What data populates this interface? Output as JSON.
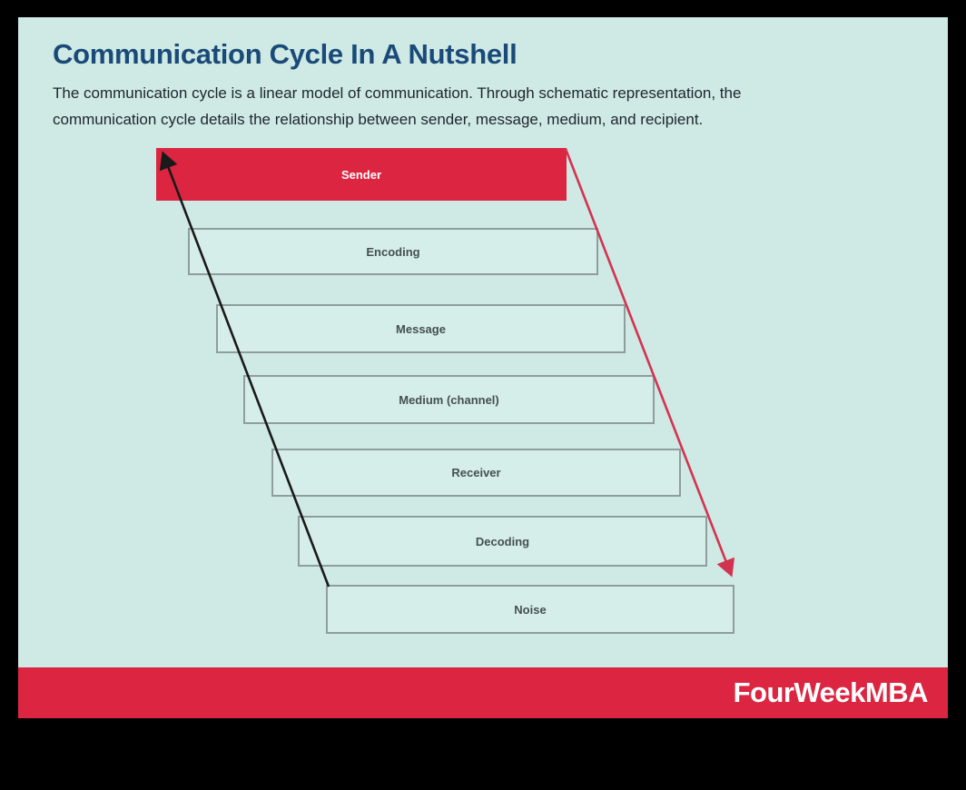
{
  "page": {
    "title": "Communication Cycle In A Nutshell",
    "description": "The communication cycle is a linear model of communication. Through schematic representation, the communication cycle details the relationship between sender, message, medium, and recipient."
  },
  "diagram": {
    "type": "staircase-flow",
    "boxes": [
      {
        "label": "Sender",
        "highlighted": true
      },
      {
        "label": "Encoding",
        "highlighted": false
      },
      {
        "label": "Message",
        "highlighted": false
      },
      {
        "label": "Medium (channel)",
        "highlighted": false
      },
      {
        "label": "Receiver",
        "highlighted": false
      },
      {
        "label": "Decoding",
        "highlighted": false
      },
      {
        "label": "Noise",
        "highlighted": false
      }
    ],
    "arrows": [
      {
        "name": "feedback-arrow",
        "color": "#1a1a1a",
        "from": "Noise top-left",
        "to": "Sender top-left",
        "direction": "up"
      },
      {
        "name": "transmission-arrow",
        "color": "#d23450",
        "from": "Sender top-right",
        "to": "Noise top-right",
        "direction": "down"
      }
    ]
  },
  "footer": {
    "brand": "FourWeekMBA"
  },
  "colors": {
    "canvas": "#000000",
    "panel_background": "#cfe9e5",
    "accent_red": "#dc2540",
    "title_blue": "#1a4b78",
    "box_fill": "#d6eeea",
    "box_border": "#8f9e9c",
    "box_text": "#44504e",
    "body_text": "#1d262e"
  }
}
